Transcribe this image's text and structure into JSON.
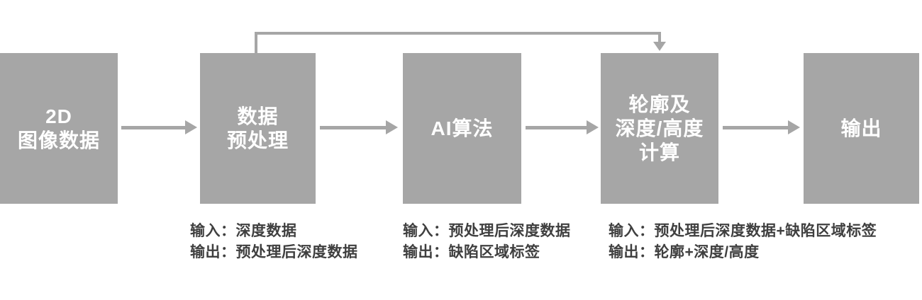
{
  "diagram": {
    "background": "#ffffff",
    "colors": {
      "box_fill": "#a6a6a6",
      "box_text": "#ffffff",
      "arrow": "#a6a6a6",
      "note_text": "#3f3f3f"
    },
    "steps": [
      {
        "id": "2d-image-data",
        "label": "2D\n图像数据"
      },
      {
        "id": "preprocessing",
        "label": "数据\n预处理",
        "note_input": "输入：深度数据",
        "note_output": "输出：预处理后深度数据"
      },
      {
        "id": "ai-algorithm",
        "label": "AI算法",
        "note_input": "输入：预处理后深度数据",
        "note_output": "输出：缺陷区域标签"
      },
      {
        "id": "contour-depth-height-calc",
        "label": "轮廓及\n深度/高度\n计算",
        "note_input": "输入：预处理后深度数据+缺陷区域标签",
        "note_output": "输出：轮廓+深度/高度"
      },
      {
        "id": "output",
        "label": "输出"
      }
    ]
  }
}
